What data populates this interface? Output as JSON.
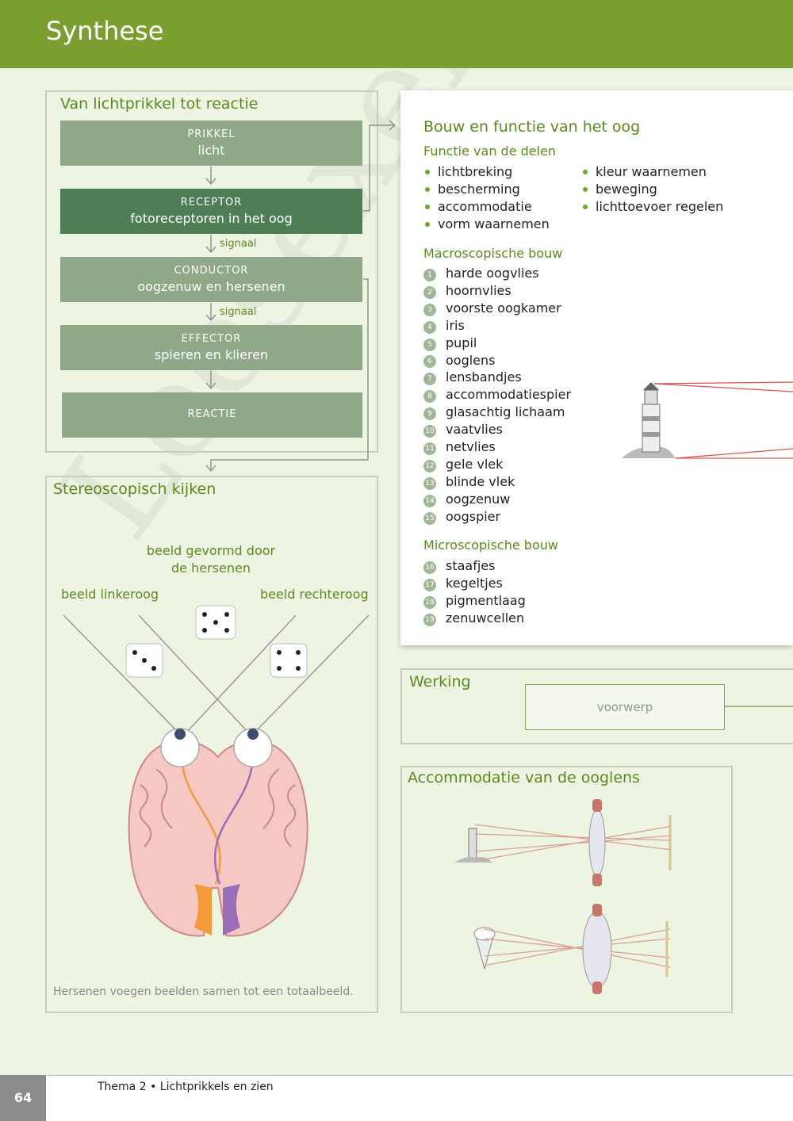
{
  "header": {
    "title": "Synthese"
  },
  "flow": {
    "title": "Van lichtprikkel tot reactie",
    "boxes": [
      {
        "kind": "PRIKKEL",
        "value": "licht"
      },
      {
        "kind": "RECEPTOR",
        "value": "fotoreceptoren in het oog"
      },
      {
        "kind": "CONDUCTOR",
        "value": "oogzenuw en hersenen"
      },
      {
        "kind": "EFFECTOR",
        "value": "spieren en klieren"
      },
      {
        "kind": "REACTIE",
        "value": ""
      }
    ],
    "signal_label": "signaal"
  },
  "stereo": {
    "title": "Stereoscopisch kijken",
    "brain_label": "beeld gevormd door\nde hersenen",
    "left_label": "beeld linkeroog",
    "right_label": "beeld rechteroog",
    "caption": "Hersenen voegen beelden samen tot een totaalbeeld."
  },
  "eye": {
    "title": "Bouw en functie van het oog",
    "functions_title": "Functie van de delen",
    "functions_col1": [
      "lichtbreking",
      "bescherming",
      "accommodatie",
      "vorm waarnemen"
    ],
    "functions_col2": [
      "kleur waarnemen",
      "beweging",
      "lichttoevoer regelen"
    ],
    "macro_title": "Macroscopische bouw",
    "macro": [
      "harde oogvlies",
      "hoornvlies",
      "voorste oogkamer",
      "iris",
      "pupil",
      "ooglens",
      "lensbandjes",
      "accommodatiespier",
      "glasachtig lichaam",
      "vaatvlies",
      "netvlies",
      "gele vlek",
      "blinde vlek",
      "oogzenuw",
      "oogspier"
    ],
    "micro_title": "Microscopische bouw",
    "micro": [
      "staafjes",
      "kegeltjes",
      "pigmentlaag",
      "zenuwcellen"
    ]
  },
  "werking": {
    "title": "Werking",
    "box": "voorwerp"
  },
  "accommodatie": {
    "title": "Accommodatie van de ooglens"
  },
  "footer": {
    "page": "64",
    "text": "Thema 2 • Lichtprikkels en zien"
  },
  "watermark": "Leesexemplaar",
  "colors": {
    "header": "#7a9e2f",
    "background": "#eef4e2",
    "accent": "#5a8a1e",
    "flow_box": "#8fa888",
    "flow_box_dark": "#4f7d56"
  }
}
